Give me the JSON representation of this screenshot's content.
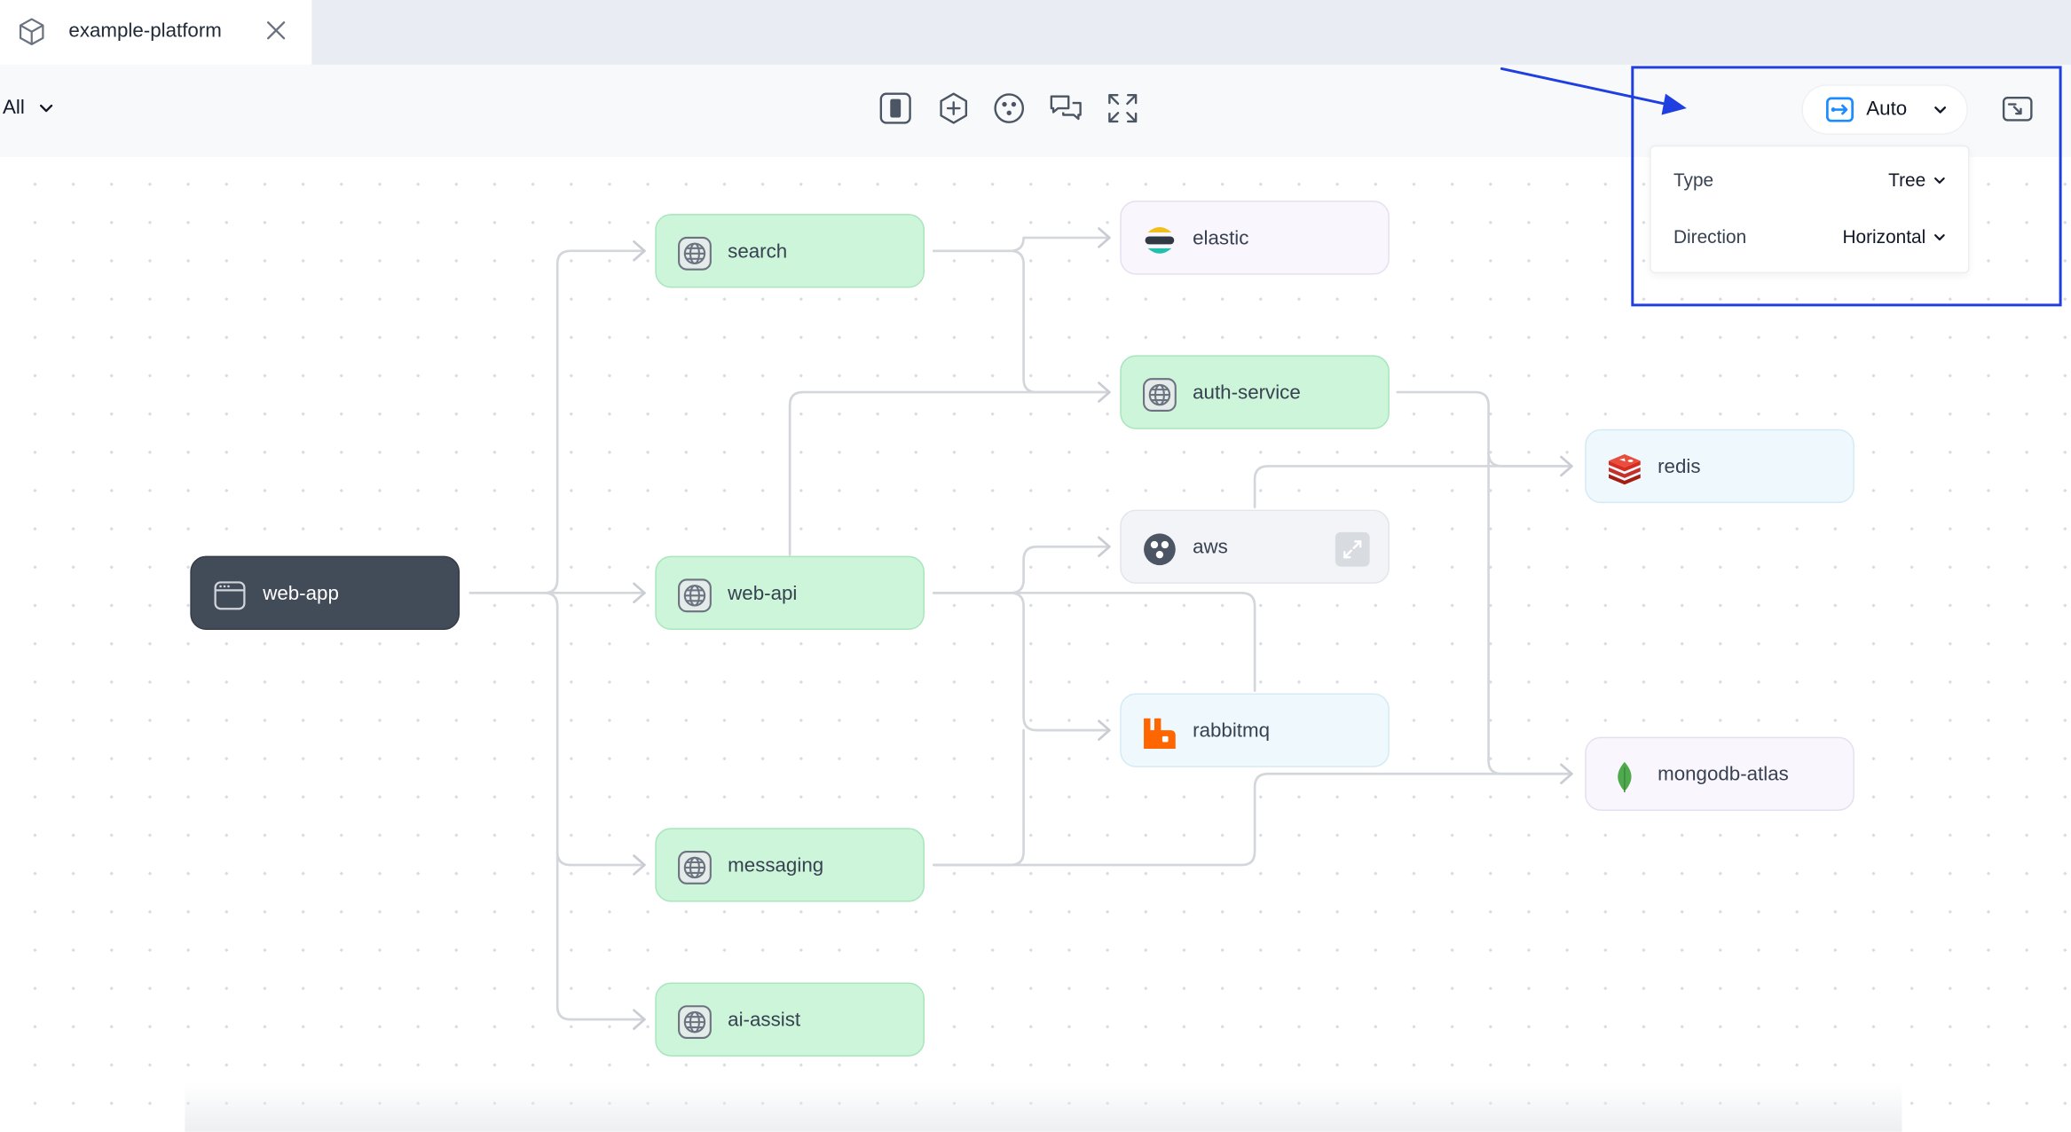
{
  "tab": {
    "title": "example-platform",
    "icon": "cube-icon",
    "close_icon": "close-icon"
  },
  "toolbar": {
    "filter_value": "All",
    "tools": [
      "sidebar-toggle-icon",
      "add-node-icon",
      "cluster-icon",
      "comments-icon",
      "fullscreen-icon"
    ],
    "layout_mode_label": "Auto",
    "layout_mode_icon": "auto-layout-icon",
    "layout_settings_icon": "layout-preview-icon"
  },
  "layout_dropdown": {
    "type_label": "Type",
    "type_value": "Tree",
    "direction_label": "Direction",
    "direction_value": "Horizontal"
  },
  "nodes": {
    "web_app": "web-app",
    "search": "search",
    "web_api": "web-api",
    "messaging": "messaging",
    "ai_assist": "ai-assist",
    "elastic": "elastic",
    "auth_service": "auth-service",
    "aws": "aws",
    "rabbitmq": "rabbitmq",
    "redis": "redis",
    "mongodb_atlas": "mongodb-atlas"
  },
  "colors": {
    "annotation": "#1f3fe0",
    "service_node": "#ccf5d9",
    "app_node": "#424b58",
    "accent": "#1a8cff"
  }
}
